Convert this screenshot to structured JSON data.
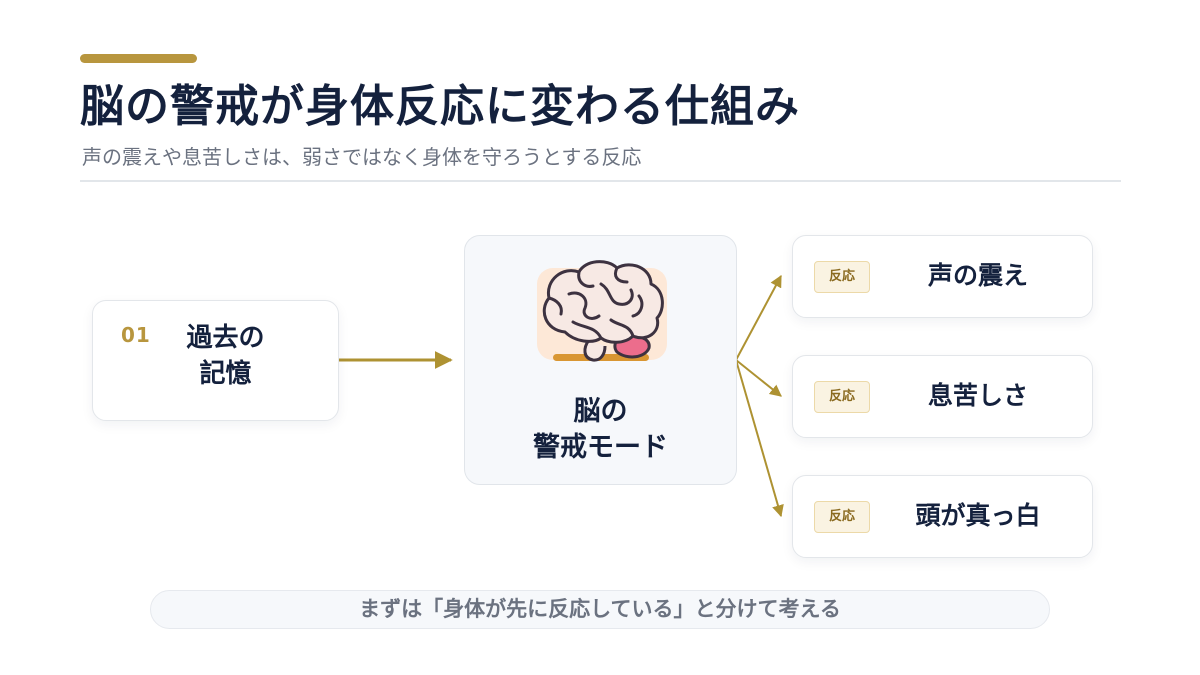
{
  "header": {
    "title": "脳の警戒が身体反応に変わる仕組み",
    "subtitle": "声の震えや息苦しさは、弱さではなく身体を守ろうとする反応"
  },
  "source": {
    "number": "01",
    "label_line1": "過去の",
    "label_line2": "記憶"
  },
  "center": {
    "icon": "brain-icon",
    "label_line1": "脳の",
    "label_line2": "警戒モード"
  },
  "responses": [
    {
      "badge": "反応",
      "label": "声の震え"
    },
    {
      "badge": "反応",
      "label": "息苦しさ"
    },
    {
      "badge": "反応",
      "label": "頭が真っ白"
    }
  ],
  "footer": {
    "text": "まずは「身体が先に反応している」と分けて考える"
  },
  "colors": {
    "accent": "#b8963e",
    "navy": "#14213d",
    "muted": "#6b7280",
    "badge_bg": "#faf3e2"
  }
}
